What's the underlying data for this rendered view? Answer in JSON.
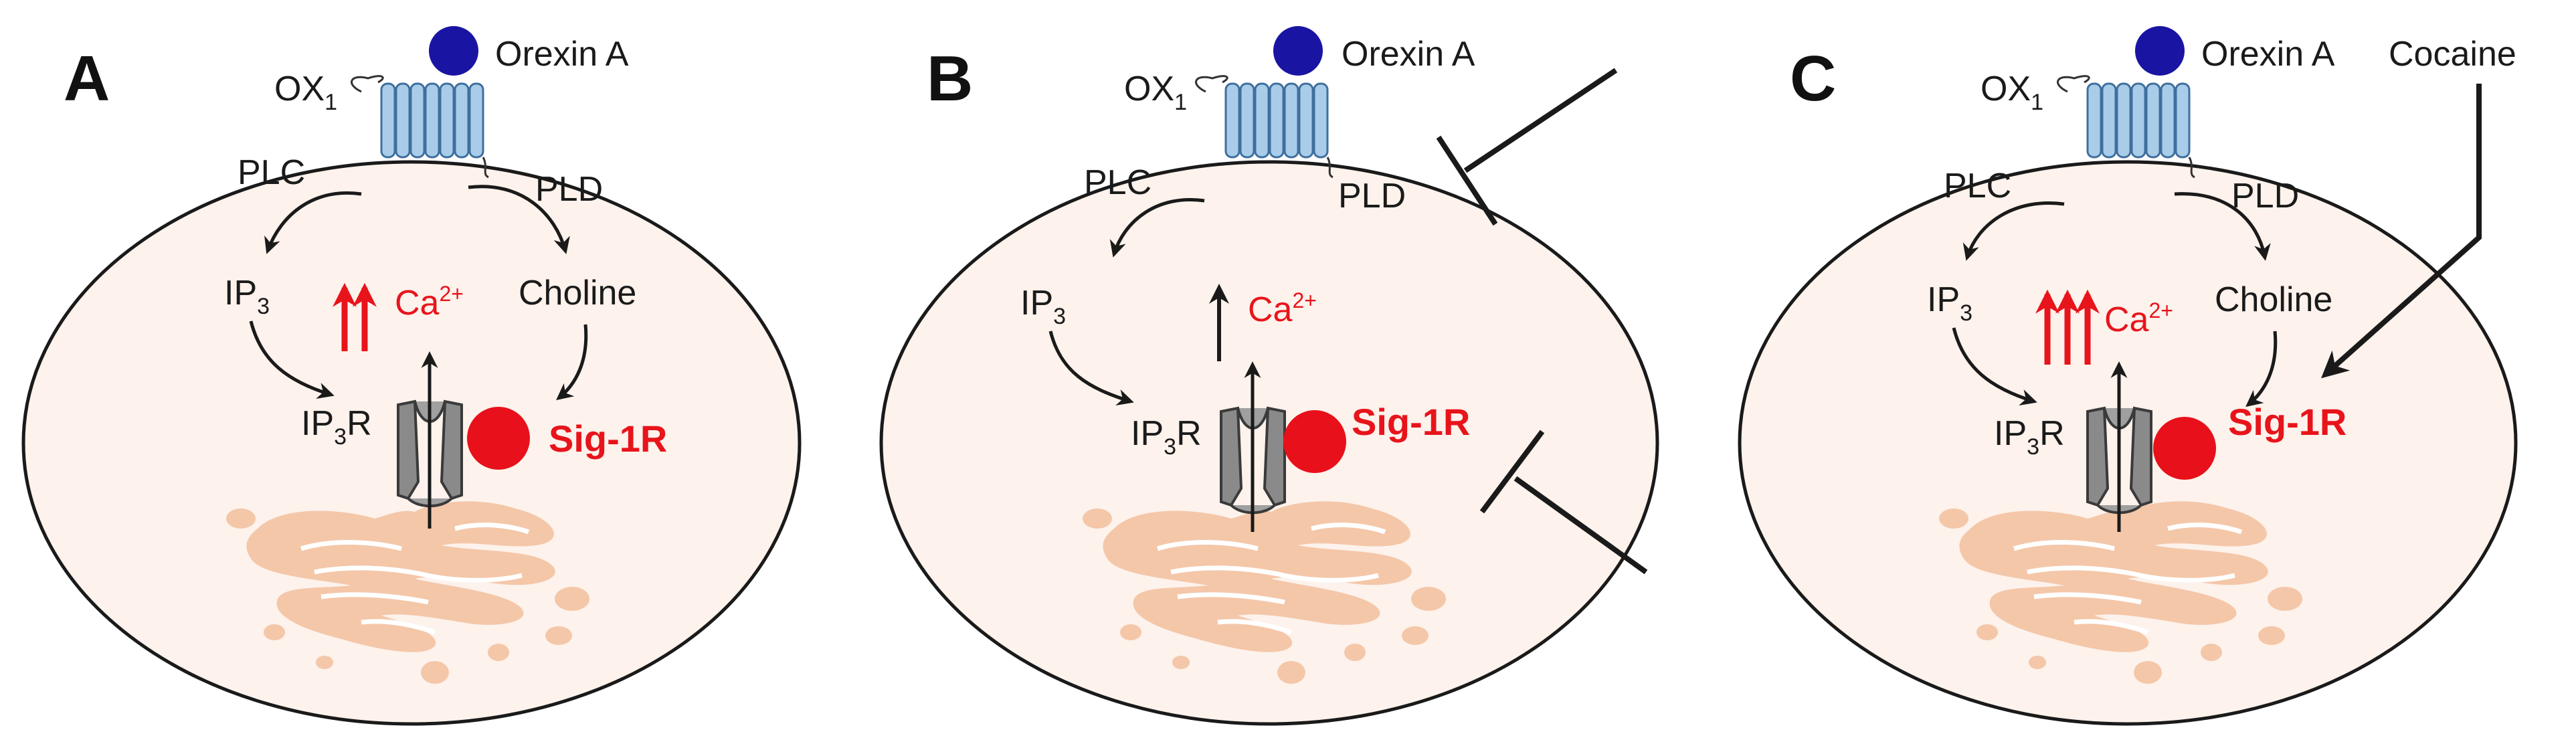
{
  "figure": {
    "colors": {
      "cell_fill": "#fdf2ec",
      "cell_stroke": "#1a1a1a",
      "er_fill": "#f4c7a9",
      "receptor_fill": "#a9cde9",
      "receptor_stroke": "#3f6f9e",
      "orexin_fill": "#1a14a3",
      "sig1r_fill": "#e8101a",
      "channel_fill": "#8a8a8a",
      "red_text": "#e8141b"
    },
    "panels": [
      {
        "letter": "A",
        "receptor": {
          "main": "OX",
          "sub": "1"
        },
        "ligand": "Orexin A",
        "plc": "PLC",
        "pld": "PLD",
        "ip3": {
          "main": "IP",
          "sub": "3"
        },
        "choline": "Choline",
        "ip3r": {
          "pre": "IP",
          "sub": "3",
          "post": "R"
        },
        "ca": {
          "main": "Ca",
          "sup": "2+"
        },
        "sig1r": "Sig-1R",
        "ca_arrow_count": 2,
        "drug": ""
      },
      {
        "letter": "B",
        "receptor": {
          "main": "OX",
          "sub": "1"
        },
        "ligand": "Orexin A",
        "plc": "PLC",
        "pld": "PLD",
        "ip3": {
          "main": "IP",
          "sub": "3"
        },
        "choline": "",
        "ip3r": {
          "pre": "IP",
          "sub": "3",
          "post": "R"
        },
        "ca": {
          "main": "Ca",
          "sup": "2+"
        },
        "sig1r": "Sig-1R",
        "ca_arrow_count": 1,
        "drug": ""
      },
      {
        "letter": "C",
        "receptor": {
          "main": "OX",
          "sub": "1"
        },
        "ligand": "Orexin A",
        "plc": "PLC",
        "pld": "PLD",
        "ip3": {
          "main": "IP",
          "sub": "3"
        },
        "choline": "Choline",
        "ip3r": {
          "pre": "IP",
          "sub": "3",
          "post": "R"
        },
        "ca": {
          "main": "Ca",
          "sup": "2+"
        },
        "sig1r": "Sig-1R",
        "ca_arrow_count": 3,
        "drug": "Cocaine"
      }
    ]
  }
}
